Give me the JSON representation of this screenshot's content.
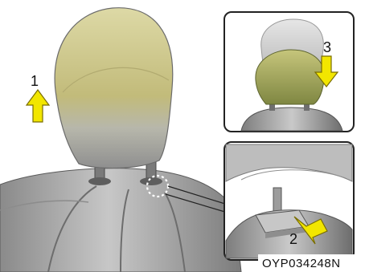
{
  "figure": {
    "step_labels": [
      "1",
      "2",
      "3"
    ],
    "figure_code": "OYP034248N"
  },
  "colors": {
    "arrow_fill": "#f2e600",
    "arrow_stroke": "#7a6e00",
    "headrest_highlight": "#c9c38a",
    "seat_gray": "#9a9a9a",
    "background": "#ffffff"
  },
  "icons": {
    "up_arrow": "up-arrow-icon",
    "down_arrow": "down-arrow-icon",
    "push_arrow": "push-arrow-icon"
  }
}
